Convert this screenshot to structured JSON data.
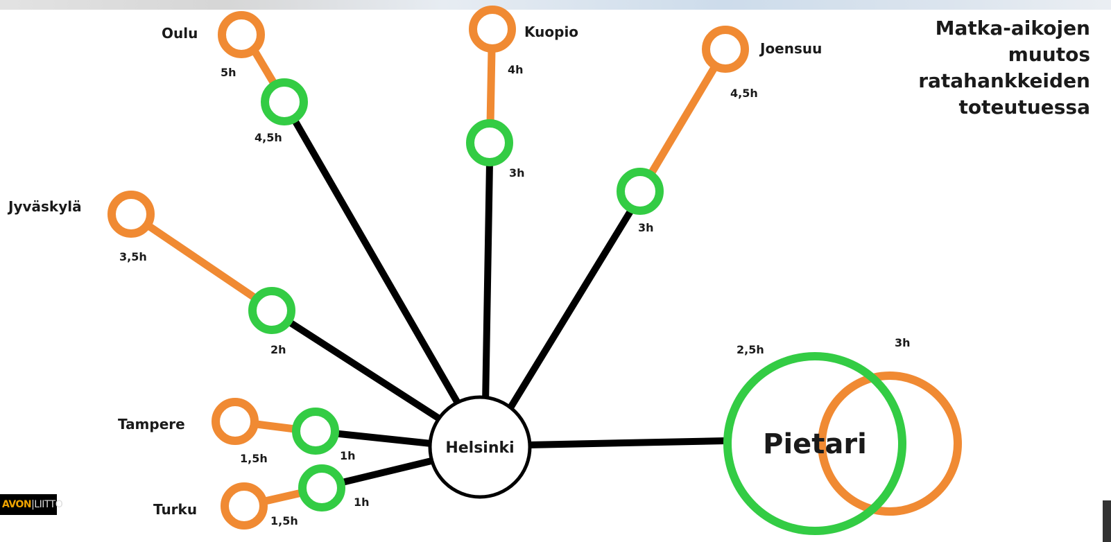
{
  "title": {
    "lines": [
      "Matka-aikojen",
      "muutos",
      "ratahankkeiden",
      "toteutuessa"
    ]
  },
  "hub": {
    "label": "Helsinki"
  },
  "cities": {
    "oulu": {
      "label": "Oulu",
      "old_time": "5h",
      "new_time": "4,5h"
    },
    "kuopio": {
      "label": "Kuopio",
      "old_time": "4h",
      "new_time": "3h"
    },
    "joensuu": {
      "label": "Joensuu",
      "old_time": "4,5h",
      "new_time": "3h"
    },
    "jyvaskyla": {
      "label": "Jyväskylä",
      "old_time": "3,5h",
      "new_time": "2h"
    },
    "tampere": {
      "label": "Tampere",
      "old_time": "1,5h",
      "new_time": "1h"
    },
    "turku": {
      "label": "Turku",
      "old_time": "1,5h",
      "new_time": "1h"
    },
    "pietari": {
      "label": "Pietari",
      "old_time": "3h",
      "new_time": "2,5h"
    }
  },
  "logo": {
    "part1": "AVON",
    "part2": "|LIITTO"
  },
  "colors": {
    "current": "#f08a33",
    "planned": "#33cc44",
    "line": "#000000",
    "hub_fill": "#ffffff"
  }
}
